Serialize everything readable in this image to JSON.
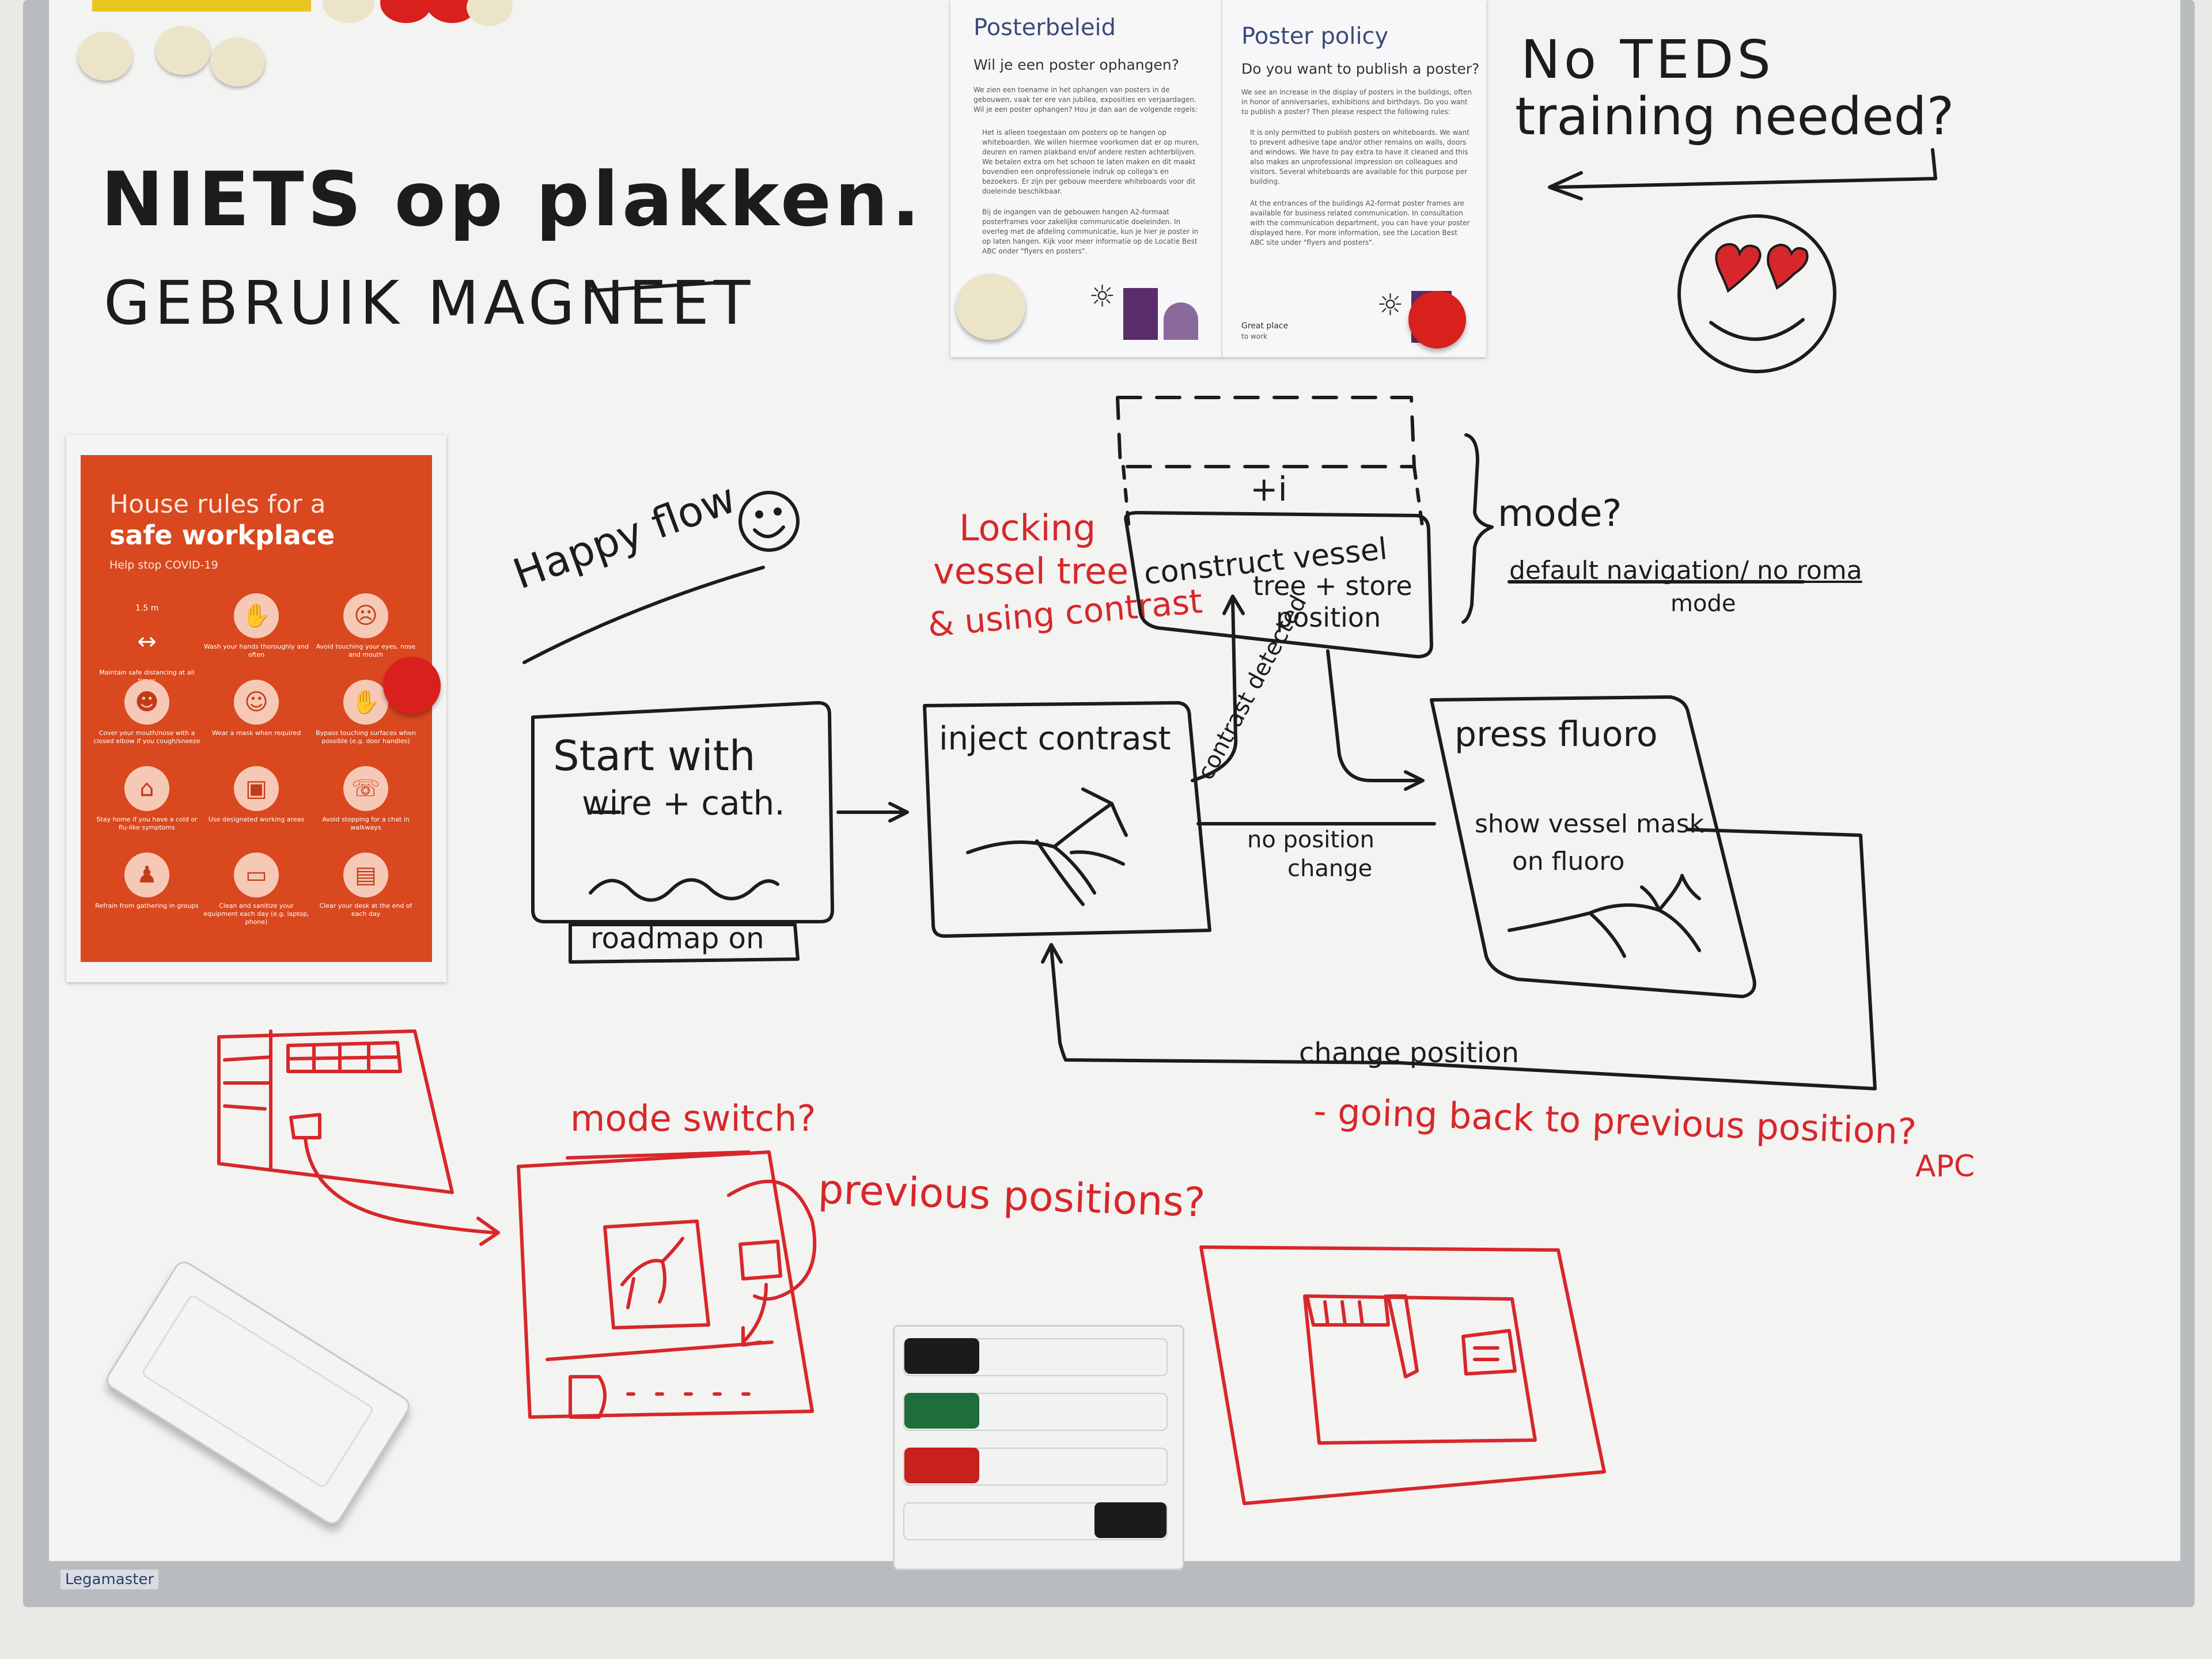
{
  "board": {
    "brand": "Legamaster",
    "top_left_text": {
      "line1": "NIETS op plakken.",
      "line2": "GEBRUIK MAGNEET"
    },
    "top_right_text": {
      "line1": "No TEDS",
      "line2": "training needed?"
    },
    "happy_flow": "Happy flow",
    "locking_note": {
      "line1": "Locking",
      "line2": "vessel tree",
      "line3": "& using contrast"
    },
    "box_start": {
      "line1": "Start with",
      "line2": "wire + cath.",
      "footer": "roadmap on"
    },
    "box_inject": "inject contrast",
    "contrast_detected": "contrast detected",
    "box_construct": {
      "plus": "+i",
      "line1": "construct vessel",
      "line2": "tree + store",
      "line3": "position"
    },
    "mode_label": "mode?",
    "mode_options": {
      "line1": "default navigation/ no roma",
      "line2": "mode"
    },
    "box_fluoro": {
      "line1": "press fluoro",
      "line2": "show vessel mask",
      "line3": "on fluoro"
    },
    "no_position_change": {
      "line1": "no position",
      "line2": "change"
    },
    "change_position": "change position",
    "going_back": "- going back to previous position?",
    "apc": "APC",
    "mode_switch": "mode switch?",
    "previous_positions": "previous positions?"
  },
  "poster_nl": {
    "title": "Posterbeleid",
    "subtitle": "Wil je een poster ophangen?",
    "intro": "We zien een toename in het ophangen van posters in de gebouwen, vaak ter ere van jubilea, exposities en verjaardagen. Wil je een poster ophangen? Hou je dan aan de volgende regels:",
    "bullet1": "Het is alleen toegestaan om posters op te hangen op whiteboarden. We willen hiermee voorkomen dat er op muren, deuren en ramen plakband en/of andere resten achterblijven. We betalen extra om het schoon te laten maken en dit maakt bovendien een onprofessionele indruk op collega's en bezoekers. Er zijn per gebouw meerdere whiteboards voor dit doeleinde beschikbaar.",
    "bullet2": "Bij de ingangen van de gebouwen hangen A2-formaat posterframes voor zakelijke communicatie doeleinden. In overleg met de afdeling communicatie, kun je hier je poster in op laten hangen. Kijk voor meer informatie op de Locatie Best ABC onder \"flyers en posters\"."
  },
  "poster_en": {
    "title": "Poster policy",
    "subtitle": "Do you want to publish a poster?",
    "intro": "We see an increase in the display of posters in the buildings, often in honor of anniversaries, exhibitions and birthdays. Do you want to publish a poster? Then please respect the following rules:",
    "bullet1": "It is only permitted to publish posters on whiteboards. We want to prevent adhesive tape and/or other remains on walls, doors and windows. We have to pay extra to have it cleaned and this also makes an unprofessional impression on colleagues and visitors. Several whiteboards are available for this purpose per building.",
    "bullet2": "At the entrances of the buildings A2-format poster frames are available for business related communication. In consultation with the communication department, you can have your poster displayed here. For more information, see the Location Best ABC site under \"flyers and posters\".",
    "footer1": "Great place",
    "footer2": "to work"
  },
  "house_rules": {
    "title1": "House rules for a",
    "title2": "safe workplace",
    "subtitle": "Help stop COVID-19",
    "distance": "1.5 m",
    "rules": [
      "Maintain safe distancing at all times",
      "Wash your hands thoroughly and often",
      "Avoid touching your eyes, nose and mouth",
      "Cover your mouth/nose with a closed elbow if you cough/sneeze",
      "Wear a mask when required",
      "Bypass touching surfaces when possible (e.g. door handles)",
      "Stay home if you have a cold or flu-like symptoms",
      "Use designated working areas",
      "Avoid stopping for a chat in walkways",
      "Refrain from gathering in groups",
      "Clean and sanitize your equipment each day (e.g. laptop, phone)",
      "Clear your desk at the end of each day"
    ]
  },
  "colors": {
    "board": "#f3f3f1",
    "ink_black": "#1c1c1c",
    "ink_red": "#d7272b",
    "poster_orange": "#d9481e",
    "magnet_red": "#d8201c",
    "magnet_cream": "#ece4c8"
  }
}
